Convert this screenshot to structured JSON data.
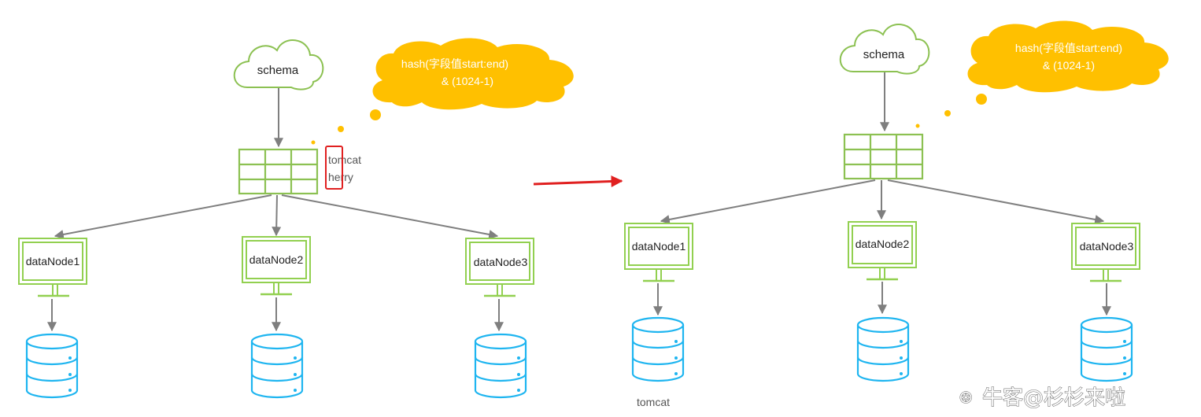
{
  "before": {
    "schema_label": "schema",
    "hash_line1": "hash(字段值start:end)",
    "hash_line2": "& (1024-1)",
    "values": [
      "tomcat",
      "herry"
    ],
    "nodes": [
      "dataNode1",
      "dataNode2",
      "dataNode3"
    ]
  },
  "after": {
    "schema_label": "schema",
    "hash_line1": "hash(字段值start:end)",
    "hash_line2": "& (1024-1)",
    "nodes": [
      "dataNode1",
      "dataNode2",
      "dataNode3"
    ],
    "db_labels": [
      "tomcat",
      "",
      ""
    ]
  },
  "watermark": "牛客@杉杉来啦",
  "colors": {
    "cloud_outline": "#8cc152",
    "cloud_hash": "#ffc000",
    "table_green": "#8cc152",
    "monitor_green": "#92d050",
    "db_blue": "#1eb5f0",
    "arrow_gray": "#7f7f7f",
    "highlight_red": "#e02020"
  }
}
